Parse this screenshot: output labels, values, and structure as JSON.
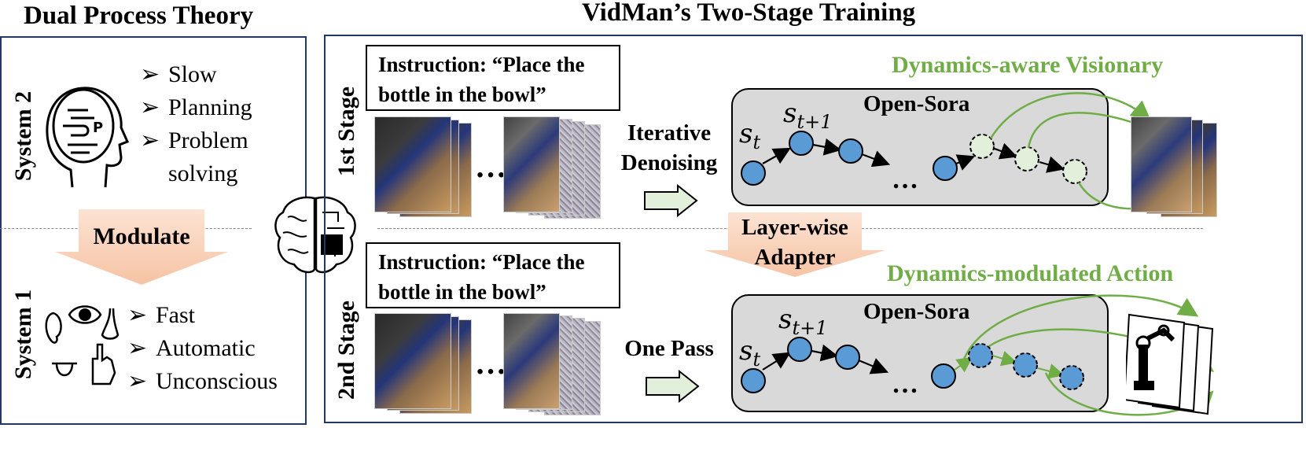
{
  "left": {
    "title": "Dual Process Theory",
    "system2_label": "System 2",
    "system2_traits": [
      "Slow",
      "Planning",
      "Problem",
      "solving"
    ],
    "modulate_label": "Modulate",
    "system1_label": "System 1",
    "system1_traits": [
      "Fast",
      "Automatic",
      "Unconscious"
    ],
    "bullet_glyph": "➢"
  },
  "right": {
    "title": "VidMan’s Two-Stage Training",
    "stage1_label": "1st Stage",
    "stage2_label": "2nd Stage",
    "instruction_line1": "Instruction: “Place the",
    "instruction_line2": "bottle in the bowl”",
    "ellipsis": "…",
    "stage1_process_line1": "Iterative",
    "stage1_process_line2": "Denoising",
    "stage2_process": "One Pass",
    "adapter_line1": "Layer-wise",
    "adapter_line2": "Adapter",
    "model_name": "Open-Sora",
    "state_symbol": "s",
    "subscript_t": "t",
    "subscript_t1": "t+1",
    "stage1_output": "Dynamics-aware Visionary",
    "stage2_output": "Dynamics-modulated Action"
  },
  "colors": {
    "panel_border": "#1f3864",
    "green_text": "#70ad47",
    "node_blue": "#5b9bd5",
    "node_light": "#e2efda",
    "arrow_fill": "#e2efda",
    "salmon_arrow": "#f8cbad",
    "sora_bg": "#d9d9d9"
  },
  "icons": [
    "head-profile-icon",
    "brain-chip-icon",
    "ear-icon",
    "eye-icon",
    "nose-icon",
    "tongue-icon",
    "hand-icon",
    "robot-arm-icon"
  ]
}
